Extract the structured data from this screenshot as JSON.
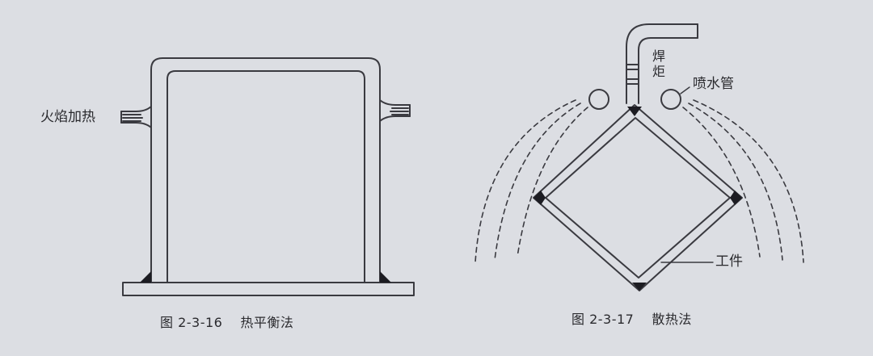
{
  "figures": [
    {
      "number": "图 2-3-16",
      "title": "热平衡法",
      "labels": {
        "flame": "火焰加热"
      }
    },
    {
      "number": "图 2-3-17",
      "title": "散热法",
      "labels": {
        "torch_top": "焊",
        "torch_bottom": "炬",
        "spray_pipe": "喷水管",
        "workpiece": "工件"
      }
    }
  ],
  "colors": {
    "background": "#dcdee3",
    "line": "#3a3a40",
    "weld": "#1c1c22"
  }
}
